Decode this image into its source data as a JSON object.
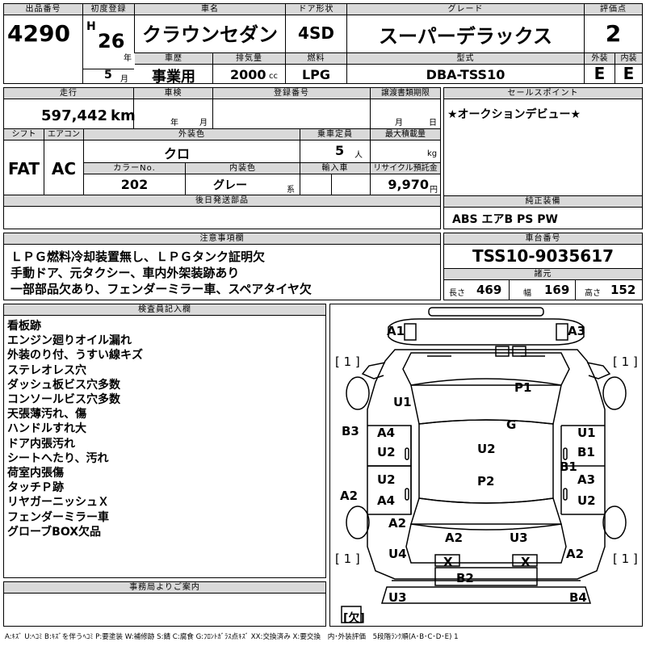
{
  "headers": {
    "lot_no": "出品番号",
    "first_reg": "初度登録",
    "car_name": "車名",
    "door": "ドア形状",
    "grade": "グレード",
    "score": "評価点",
    "history": "車歴",
    "displacement": "排気量",
    "fuel": "燃料",
    "model": "型式",
    "exterior": "外装",
    "interior": "内装",
    "mileage": "走行",
    "inspection": "車検",
    "reg_no": "登録番号",
    "transfer_deadline": "譲渡書類期限",
    "sales_point": "セールスポイント",
    "shift": "シフト",
    "aircon": "エアコン",
    "ext_color": "外装色",
    "capacity": "乗車定員",
    "max_load": "最大積載量",
    "color_no": "カラーNo.",
    "int_color": "内装色",
    "import": "輸入車",
    "recycle": "リサイクル預託金",
    "later_parts": "後日発送部品",
    "genuine_equip": "純正装備",
    "caution": "注意事項欄",
    "chassis_no": "車台番号",
    "specs": "諸元",
    "inspector": "検査員記入欄",
    "office_notice": "事務局よりご案内"
  },
  "lot_no": "4290",
  "era": "H",
  "year": "26",
  "year_unit": "年",
  "month": "5",
  "month_unit": "月",
  "car_name": "クラウンセダン",
  "door": "4SD",
  "grade": "スーパーデラックス",
  "score": "2",
  "history": "事業用",
  "displacement": "2000",
  "displacement_unit": "cc",
  "fuel": "LPG",
  "model": "DBA-TSS10",
  "exterior_grade": "E",
  "interior_grade": "E",
  "mileage": "597,442",
  "mileage_unit": "km",
  "inspection_year_unit": "年",
  "inspection_month_unit": "月",
  "deadline_month_unit": "月",
  "deadline_day_unit": "日",
  "sales_point": "★オークションデビュー★",
  "shift": "FAT",
  "aircon": "AC",
  "ext_color": "クロ",
  "capacity": "5",
  "capacity_unit": "人",
  "max_load_unit": "kg",
  "color_no": "202",
  "int_color": "グレー",
  "int_color_unit": "系",
  "recycle": "9,970",
  "recycle_unit": "円",
  "genuine_equip": "ABS エアB PS PW",
  "caution_lines": [
    "ＬＰＧ燃料冷却装置無し、ＬＰＧタンク証明欠",
    "手動ドア、元タクシー、車内外架装跡あり",
    "一部部品欠あり、フェンダーミラー車、スペアタイヤ欠"
  ],
  "chassis_no": "TSS10-9035617",
  "length_label": "長さ",
  "length": "469",
  "width_label": "幅",
  "width": "169",
  "height_label": "高さ",
  "height": "152",
  "inspector_notes": [
    "看板跡",
    "エンジン廻りオイル漏れ",
    "外装のり付、うすい線キズ",
    "ステレオレス穴",
    "ダッシュ板ビス穴多数",
    "コンソールビス穴多数",
    "天張薄汚れ、傷",
    "ハンドルすれ大",
    "ドア内張汚れ",
    "シートへたり、汚れ",
    "荷室内張傷",
    "タッチＰ跡",
    "リヤガーニッシュＸ",
    "フェンダーミラー車",
    "グローブBOX欠品"
  ],
  "diagram": {
    "tire_marks": [
      "[ 1 ]",
      "[ 1 ]",
      "[ 1 ]",
      "[ 1 ]"
    ],
    "spare_mark": "[欠]",
    "labels": [
      {
        "id": "front-left-a1",
        "text": "A1"
      },
      {
        "id": "front-right-a3",
        "text": "A3"
      },
      {
        "id": "hood-p1",
        "text": "P1"
      },
      {
        "id": "left-fender-u1",
        "text": "U1"
      },
      {
        "id": "windshield-g",
        "text": "G"
      },
      {
        "id": "left-pillar-b3",
        "text": "B3"
      },
      {
        "id": "left-front-door-a4",
        "text": "A4"
      },
      {
        "id": "left-front-door-u2",
        "text": "U2"
      },
      {
        "id": "roof-u2",
        "text": "U2"
      },
      {
        "id": "right-fender-u1",
        "text": "U1"
      },
      {
        "id": "right-front-door-b1",
        "text": "B1"
      },
      {
        "id": "right-pillar-b1",
        "text": "B1"
      },
      {
        "id": "left-rear-door-u2",
        "text": "U2"
      },
      {
        "id": "left-rear-door-a4",
        "text": "A4"
      },
      {
        "id": "roof-p2",
        "text": "P2"
      },
      {
        "id": "right-rear-door-a3",
        "text": "A3"
      },
      {
        "id": "right-rear-door-u2",
        "text": "U2"
      },
      {
        "id": "left-sill-a2",
        "text": "A2"
      },
      {
        "id": "left-quarter-a2",
        "text": "A2"
      },
      {
        "id": "trunk-a2",
        "text": "A2"
      },
      {
        "id": "trunk-u3",
        "text": "U3"
      },
      {
        "id": "left-rear-u4",
        "text": "U4"
      },
      {
        "id": "right-rear-a2",
        "text": "A2"
      },
      {
        "id": "lamp-left-x",
        "text": "X"
      },
      {
        "id": "lamp-right-x",
        "text": "X"
      },
      {
        "id": "bumper-b2",
        "text": "B2"
      },
      {
        "id": "rear-left-u3",
        "text": "U3"
      },
      {
        "id": "rear-right-b4",
        "text": "B4"
      }
    ]
  },
  "legend": "A:ｷｽﾞ U:ﾍｺﾐ B:ｷｽﾞを伴うﾍｺﾐ P:要塗装 W:補修跡 S:錆 C:腐食 G:ﾌﾛﾝﾄｶﾞﾗｽ点ｷｽﾞ XX:交換済み X:要交換　内･外装評価　5段階ﾗﾝｸ順(A･B･C･D･E) 1"
}
